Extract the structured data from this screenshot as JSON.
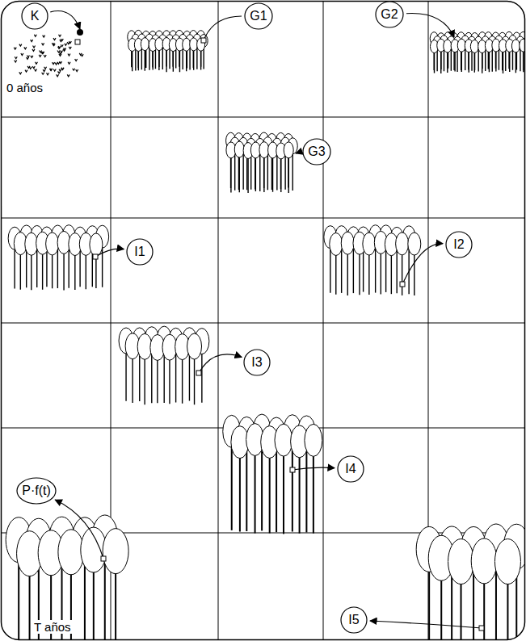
{
  "diagram": {
    "nodes": [
      {
        "text": [
          "K"
        ]
      },
      {
        "text": [
          "G1"
        ]
      },
      {
        "text": [
          "G2"
        ]
      },
      {
        "text": [
          "G3"
        ]
      },
      {
        "text": [
          "I1"
        ]
      },
      {
        "text": [
          "I2"
        ]
      },
      {
        "text": [
          "I3"
        ]
      },
      {
        "text": [
          "P·f(t)"
        ]
      },
      {
        "text": [
          "I4"
        ]
      },
      {
        "text": [
          "I5"
        ]
      }
    ],
    "labels": [
      "0 años",
      "T años"
    ]
  }
}
